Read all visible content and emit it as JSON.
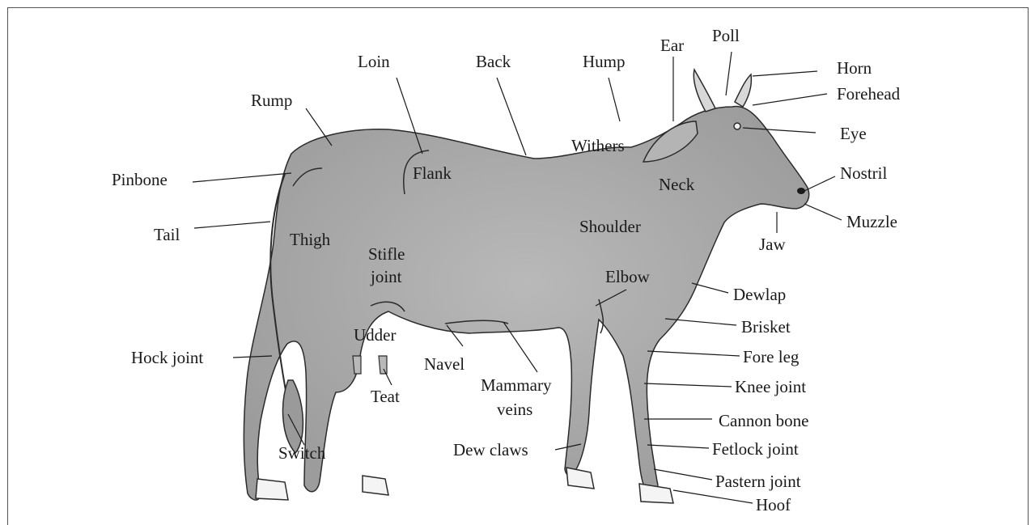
{
  "diagram": {
    "colors": {
      "body_fill": "#a9a9a9",
      "outline": "#2b2b2b",
      "leader": "#1a1a1a",
      "hoof_fill": "#f4f4f4"
    },
    "labels": {
      "loin": "Loin",
      "back": "Back",
      "hump": "Hump",
      "ear": "Ear",
      "poll": "Poll",
      "horn": "Horn",
      "forehead": "Forehead",
      "rump": "Rump",
      "withers": "Withers",
      "eye": "Eye",
      "pinbone": "Pinbone",
      "flank": "Flank",
      "neck": "Neck",
      "nostril": "Nostril",
      "tail": "Tail",
      "thigh": "Thigh",
      "shoulder": "Shoulder",
      "muzzle": "Muzzle",
      "jaw": "Jaw",
      "stifle_joint_1": "Stifle",
      "stifle_joint_2": "joint",
      "elbow": "Elbow",
      "dewlap": "Dewlap",
      "udder": "Udder",
      "brisket": "Brisket",
      "hock_joint": "Hock joint",
      "navel": "Navel",
      "fore_leg": "Fore leg",
      "teat": "Teat",
      "mammary_veins_1": "Mammary",
      "mammary_veins_2": "veins",
      "knee_joint": "Knee joint",
      "cannon_bone": "Cannon bone",
      "switch": "Switch",
      "dew_claws": "Dew claws",
      "fetlock_joint": "Fetlock joint",
      "pastern_joint": "Pastern joint",
      "hoof": "Hoof"
    }
  }
}
